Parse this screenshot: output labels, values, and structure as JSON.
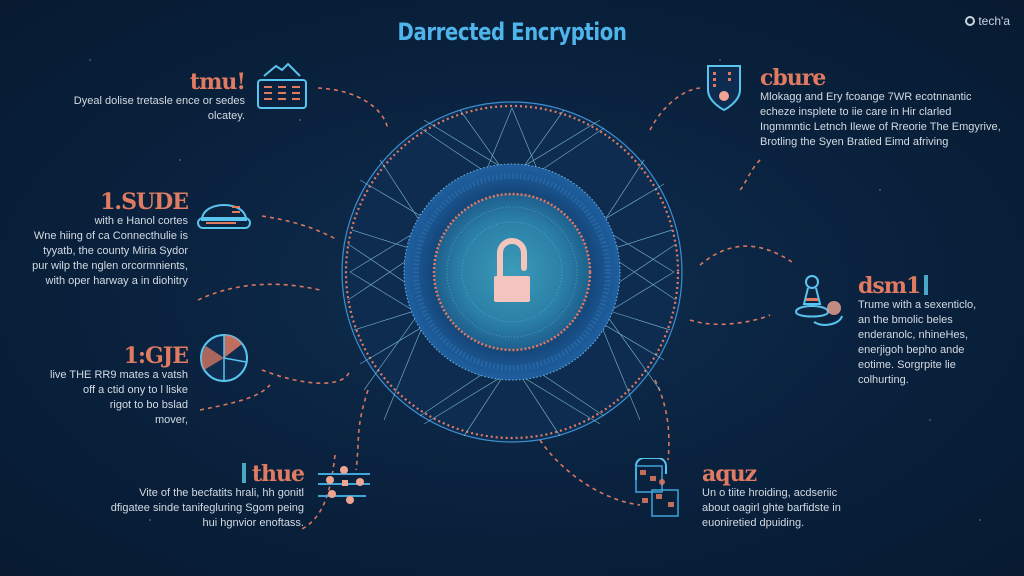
{
  "header": {
    "title": "Darrected Encryption",
    "brand": "tech'a"
  },
  "center": {
    "icon": "padlock-icon",
    "colors": {
      "ring_orange": "#e07b62",
      "ring_blue": "#3d8fd0",
      "mesh": "#8fd0e8",
      "lock": "#f4c5bf"
    }
  },
  "callouts": [
    {
      "id": "top-left",
      "heading": "tmu!",
      "icon": "house-grid-icon",
      "lines": [
        "Dyeal dolise tretasle ence or sedes",
        "olcatey."
      ]
    },
    {
      "id": "mid-left",
      "heading": "1.SUDE",
      "icon": "cloud-hat-icon",
      "lines": [
        "with e Hanol cortes",
        "Wne hiing of ca Connecthulie is",
        "tyyatb, the county Miria Sydor",
        "pur wilp the nglen orcormnients,",
        "with oper harway a in diohitry"
      ]
    },
    {
      "id": "lower-left",
      "heading": "1:GJE",
      "icon": "pie-chart-icon",
      "lines": [
        "live THE RR9 mates a vatsh",
        "off a ctid ony to l liske",
        "rigot to bo bslad",
        "mover,"
      ]
    },
    {
      "id": "bottom-left",
      "heading": "thue",
      "icon": "network-nodes-icon",
      "lines": [
        "Vite of the becfatits hrali, hh gonitl",
        "dfigatee sinde tanifegluring Sgom peing",
        "hui hgnvior enoftass."
      ]
    },
    {
      "id": "top-right",
      "heading": "cbure",
      "icon": "shield-icon",
      "lines": [
        "Mlokagg and Ery fcoange 7WR ecotnnantic",
        "echeze insplete to iie care in Hir clarled",
        "Ingmmntic Letnch Ilewe of Rreorie The Emgyrive,",
        "Brotling the Syen Bratied Eimd afriving"
      ]
    },
    {
      "id": "mid-right",
      "heading": "dsm1",
      "icon": "pawn-device-icon",
      "lines": [
        "Trume with a sexenticlo,",
        "an the bmolic beles",
        "enderanolc, nhineHes,",
        "enerjigoh bepho ande",
        "eotime. Sorgrpite lie",
        "colhurting."
      ]
    },
    {
      "id": "bottom-right",
      "heading": "aquz",
      "icon": "circuit-board-icon",
      "lines": [
        "Un o tiite hroiding, acdseriic",
        "about oagirl ghte barfidste in",
        "euoniretied dpuiding."
      ]
    }
  ]
}
